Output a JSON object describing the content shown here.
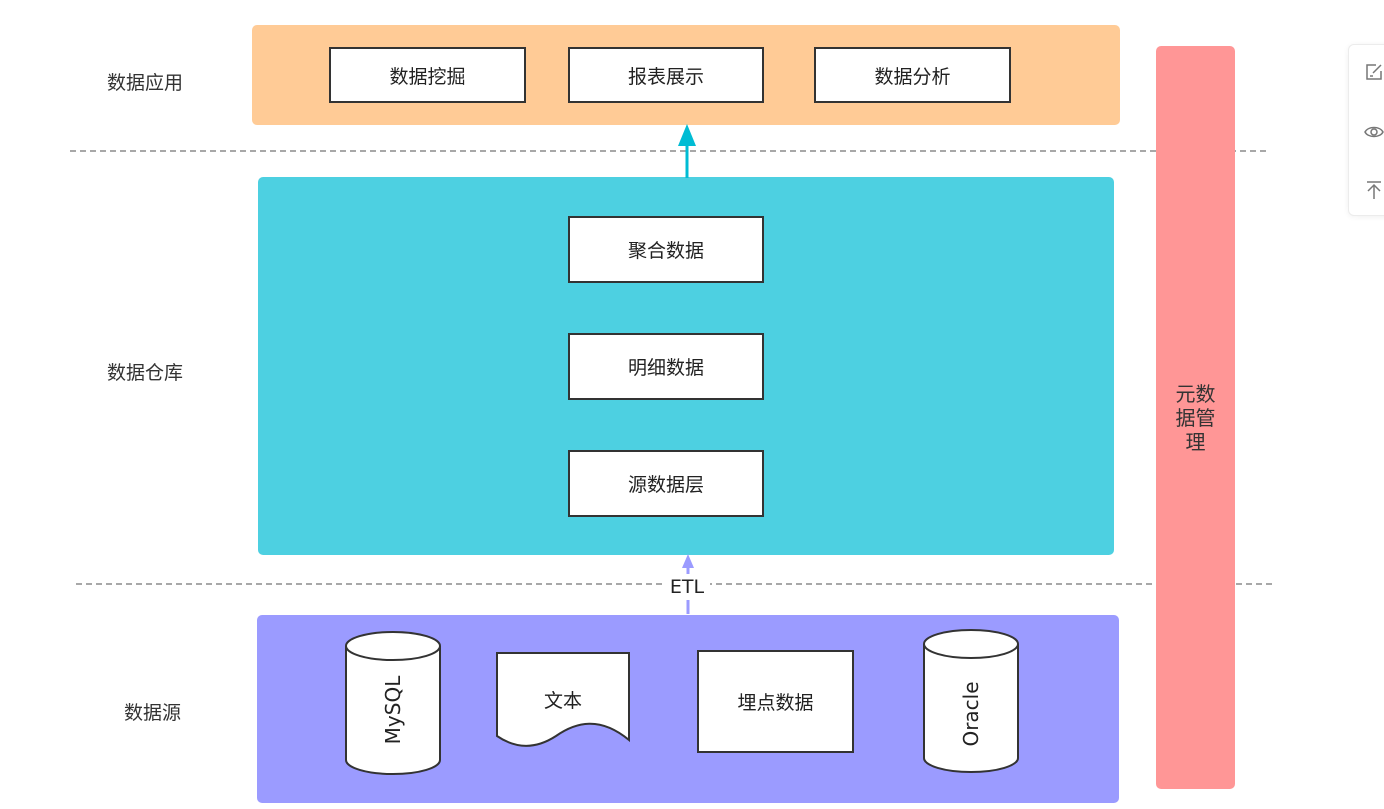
{
  "layers": {
    "application": {
      "label": "数据应用",
      "items": [
        "数据挖掘",
        "报表展示",
        "数据分析"
      ]
    },
    "warehouse": {
      "label": "数据仓库",
      "items": [
        "聚合数据",
        "明细数据",
        "源数据层"
      ]
    },
    "source": {
      "label": "数据源",
      "items": {
        "mysql": "MySQL",
        "text": "文本",
        "tracking": "埋点数据",
        "oracle": "Oracle"
      }
    },
    "metadata": {
      "label": "元数据管理"
    }
  },
  "connectors": {
    "etl_label": "ETL"
  },
  "colors": {
    "application_band": "#ffcb96",
    "warehouse_band": "#4dd0e1",
    "source_band": "#9b9bff",
    "metadata_band": "#ff9696",
    "arrow_top": "#00bcd4",
    "arrow_bottom": "#9b9bff"
  },
  "toolbar": {
    "icons": [
      "edit-icon",
      "eye-icon",
      "back-to-top-icon"
    ]
  }
}
